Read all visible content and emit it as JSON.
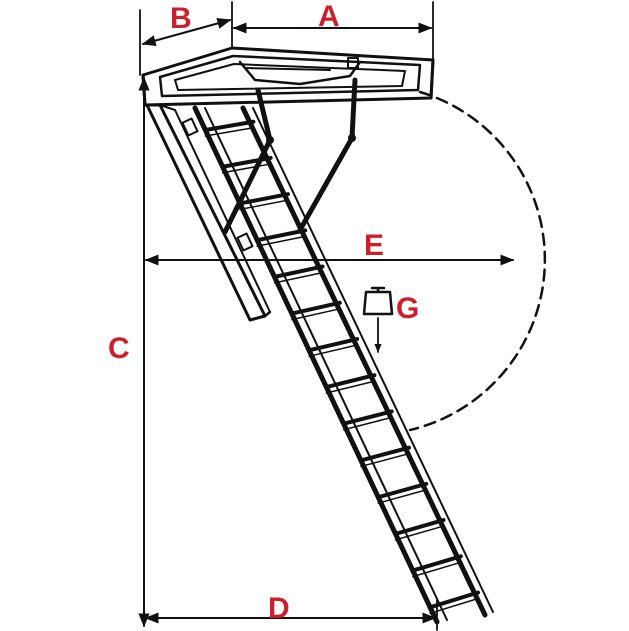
{
  "labels": {
    "A": "A",
    "B": "B",
    "C": "C",
    "D": "D",
    "E": "E",
    "G": "G"
  },
  "colors": {
    "label": "#cc1f2b",
    "line": "#111111",
    "background": "#ffffff"
  }
}
